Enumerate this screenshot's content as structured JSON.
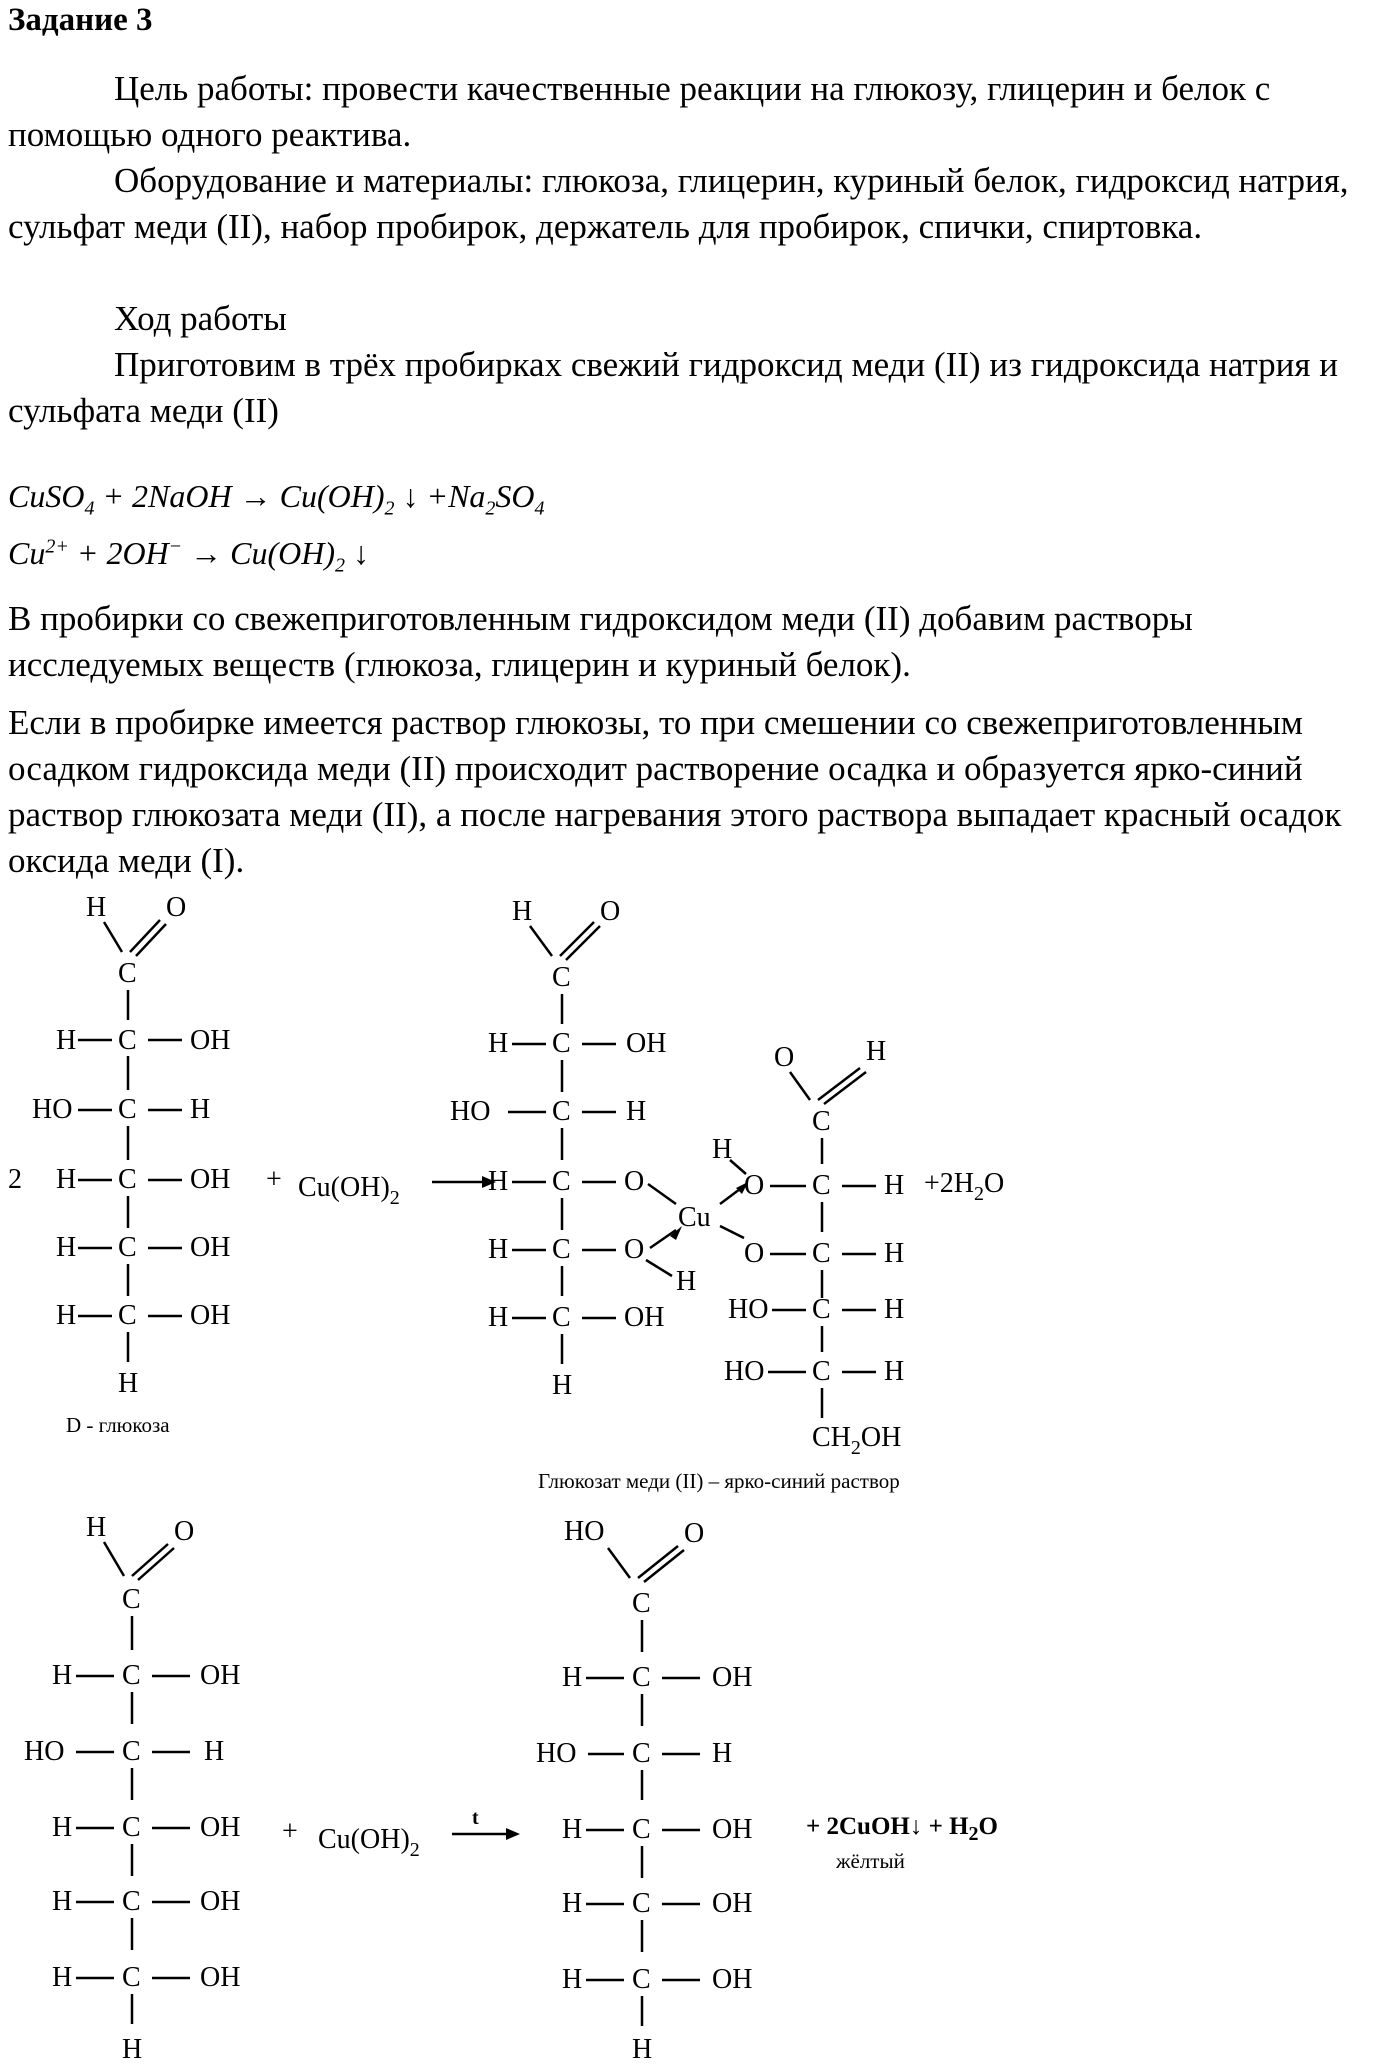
{
  "title": "Задание 3",
  "p1": "Цель работы: провести качественные реакции на глюкозу, глицерин и белок с помощью одного реактива.",
  "p2": "Оборудование и материалы: глюкоза, глицерин, куриный белок, гидроксид натрия, сульфат меди (II), набор пробирок, держатель для пробирок, спички, спиртовка.",
  "p3": "Ход работы",
  "p4": "Приготовим в трёх пробирках свежий гидроксид меди (II) из гидроксида натрия и сульфата меди (II)",
  "p5": "В пробирки со свежеприготовленным гидроксидом меди (II) добавим растворы исследуемых веществ (глюкоза, глицерин и куриный белок).",
  "p6": "Если в пробирке имеется раствор глюкозы, то при смешении со свежеприготовленным осадком гидроксида меди (II) происходит растворение осадка и образуется ярко-синий раствор глюкозата меди (II), а после нагревания этого раствора выпадает красный осадок оксида меди (I).",
  "eq1": {
    "a": "CuSO",
    "a4": "4",
    "b": " + 2NaOH → Cu",
    "c": "(OH)",
    "c2": "2",
    "d": " ↓ +Na",
    "d2": "2",
    "e": "SO",
    "e4": "4"
  },
  "eq2": {
    "a": "Cu",
    "a2": "2+",
    "b": " + 2OH",
    "bm": "−",
    "c": " → Cu",
    "d": "(OH)",
    "d2": "2",
    "e": " ↓"
  },
  "scheme1": {
    "coef": "2",
    "plus": "+",
    "reagent": "Cu(OH)",
    "reagent_sub": "2",
    "plus_water": "+2H",
    "water_sub": "2",
    "water_o": "O",
    "caption_glucose": "D - глюкоза",
    "caption_product": "Глюкозат меди (II) – ярко-синий раствор",
    "cu": "Cu",
    "ch2oh": "CH",
    "ch2oh_sub": "2",
    "ch2oh_end": "OH"
  },
  "scheme2": {
    "plus": "+",
    "reagent": "Cu(OH)",
    "reagent_sub": "2",
    "arrow_label": "t",
    "product": "+ 2CuOH↓ + H",
    "product_sub": "2",
    "product_end": "O",
    "yellow": "жёлтый"
  }
}
